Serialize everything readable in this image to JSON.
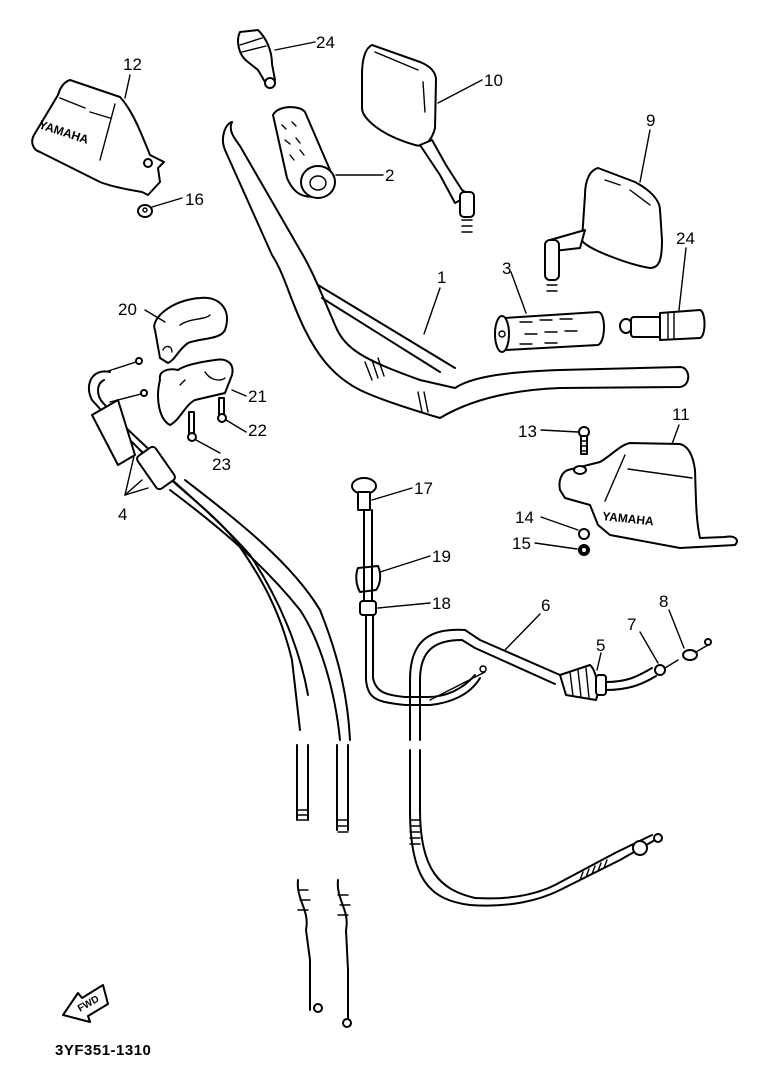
{
  "diagram": {
    "title": "Handlebar & Cable parts diagram",
    "part_code": "3YF351-1310",
    "fwd_label": "FWD",
    "brand_text_left": "YAMAHA",
    "brand_text_right": "YAMAHA",
    "callouts": [
      {
        "id": "1",
        "part": "handlebar"
      },
      {
        "id": "2",
        "part": "throttle-grip"
      },
      {
        "id": "3",
        "part": "left-grip"
      },
      {
        "id": "4",
        "part": "throttle-cables"
      },
      {
        "id": "5",
        "part": "cable-boot"
      },
      {
        "id": "6",
        "part": "cable-assembly"
      },
      {
        "id": "7",
        "part": "cable-adjuster"
      },
      {
        "id": "8",
        "part": "cable-end"
      },
      {
        "id": "9",
        "part": "right-mirror"
      },
      {
        "id": "10",
        "part": "left-mirror"
      },
      {
        "id": "11",
        "part": "right-handguard"
      },
      {
        "id": "12",
        "part": "left-handguard"
      },
      {
        "id": "13",
        "part": "screw"
      },
      {
        "id": "14",
        "part": "washer"
      },
      {
        "id": "15",
        "part": "nut"
      },
      {
        "id": "16",
        "part": "nut"
      },
      {
        "id": "17",
        "part": "cable-knob"
      },
      {
        "id": "18",
        "part": "nut"
      },
      {
        "id": "19",
        "part": "cable-holder"
      },
      {
        "id": "20",
        "part": "throttle-housing-upper"
      },
      {
        "id": "21",
        "part": "throttle-housing-lower"
      },
      {
        "id": "22",
        "part": "screw"
      },
      {
        "id": "23",
        "part": "screw"
      },
      {
        "id": "24",
        "part": "bar-end-weight"
      }
    ],
    "labels": {
      "l1": "1",
      "l2": "2",
      "l3": "3",
      "l4": "4",
      "l5": "5",
      "l6": "6",
      "l7": "7",
      "l8": "8",
      "l9": "9",
      "l10": "10",
      "l11": "11",
      "l12": "12",
      "l13": "13",
      "l14": "14",
      "l15": "15",
      "l16": "16",
      "l17": "17",
      "l18": "18",
      "l19": "19",
      "l20": "20",
      "l21": "21",
      "l22": "22",
      "l23": "23",
      "l24a": "24",
      "l24b": "24"
    }
  }
}
